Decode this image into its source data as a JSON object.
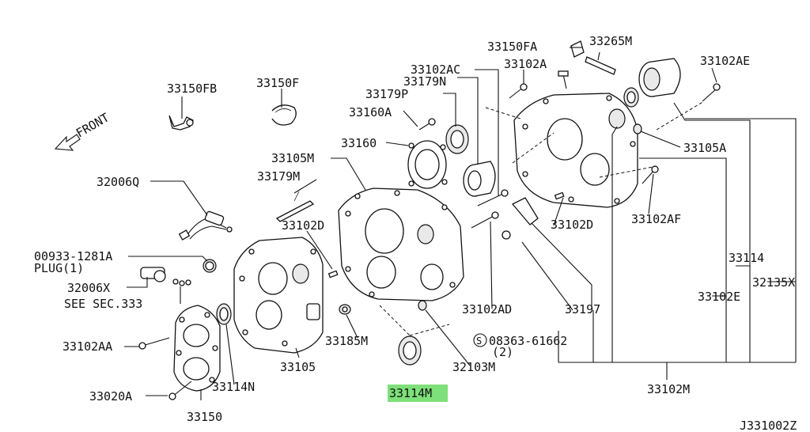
{
  "front_label": "FRONT",
  "figure_code": "J331002Z",
  "highlight_color": "#7ee07a",
  "highlighted_part": "33114M",
  "labels": {
    "p33150FB": "33150FB",
    "p33150F": "33150F",
    "p33150FA": "33150FA",
    "p33265M": "33265M",
    "p33102AC": "33102AC",
    "p33102A": "33102A",
    "p33179N": "33179N",
    "p33179P": "33179P",
    "p33160A": "33160A",
    "p33160": "33160",
    "p33105M": "33105M",
    "p33179M": "33179M",
    "p33102AE": "33102AE",
    "p33105A": "33105A",
    "p33102AF": "33102AF",
    "p32006Q": "32006Q",
    "p33102D_a": "33102D",
    "p33102D_b": "33102D",
    "p00933": "00933-1281A",
    "plug": "PLUG(1)",
    "p32006X": "32006X",
    "see_sec": "SEE SEC.333",
    "p33102AA": "33102AA",
    "p33020A": "33020A",
    "p33114N": "33114N",
    "p33150": "33150",
    "p33105": "33105",
    "p33185M": "33185M",
    "p33114M": "33114M",
    "p32103M": "32103M",
    "p33102AD": "33102AD",
    "p33197": "33197",
    "p08363": "08363-61662",
    "p08363_qty": "(2)",
    "p08363_prefix": "S",
    "p33114": "33114",
    "p33102E": "33102E",
    "p32135X": "32135X",
    "p33102M": "33102M"
  }
}
